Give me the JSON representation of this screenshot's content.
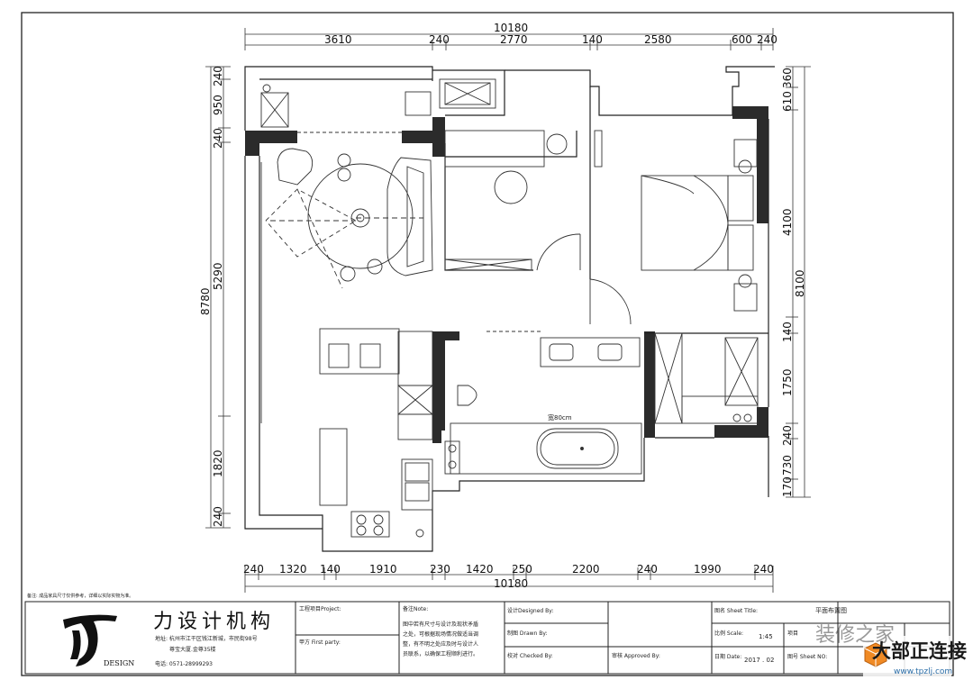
{
  "dimensions": {
    "top_total": "10180",
    "top_segments": [
      "3610",
      "240",
      "2770",
      "140",
      "2580",
      "600",
      "240"
    ],
    "bottom_total": "10180",
    "bottom_segments": [
      "240",
      "1320",
      "140",
      "1910",
      "230",
      "1420",
      "250",
      "2200",
      "240",
      "1990",
      "240"
    ],
    "left_total": "8780",
    "left_segments": [
      "240",
      "950",
      "240",
      "5290",
      "1820",
      "240"
    ],
    "right_total": "8100",
    "right_segments": [
      "360",
      "610",
      "4100",
      "140",
      "1750",
      "240",
      "730",
      "170"
    ]
  },
  "annotations": {
    "bathtub_note": "宽80cm",
    "footnote": "备注: 成品家具尺寸仅供参考，详细以实际实物为准。"
  },
  "title_block": {
    "firm_name": "力设计机构",
    "design_label": "DESIGN",
    "address_line1": "地址: 杭州市江干区钱江新城，市民街98号",
    "address_line2": "尊宝大厦.金尊35楼",
    "phone": "电话: 0571-28999293",
    "project_label": "工程项目Project:",
    "party_label": "甲方 First party:",
    "notes_label": "备注Note:",
    "notes_text_1": "图中若有尺寸与设计及现状矛盾",
    "notes_text_2": "之处，可根据现场情况做适当调",
    "notes_text_3": "整，有不明之处应及时与设计人",
    "notes_text_4": "员联系，以确保工程顺利进行。",
    "designed_label": "设计Designed By:",
    "drawn_label": "制图 Drawn By:",
    "checked_label": "校对 Checked By:",
    "approved_label": "审核 Approved By:",
    "sheet_title_label": "图名 Sheet Title:",
    "sheet_title": "平面布置图",
    "scale_label": "比例 Scale:",
    "scale": "1:45",
    "date_label": "日期 Date:",
    "date": "2017 . 02",
    "item_label": "项目",
    "sheet_no_label": "图号 Sheet NO:"
  },
  "watermark": {
    "cn": "装修之家",
    "brand": "大部正连接",
    "url": "www.tpzlj.com"
  }
}
